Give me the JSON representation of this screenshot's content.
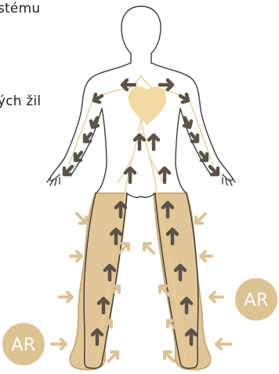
{
  "captions": {
    "line1": "stému",
    "line2": "ých žil"
  },
  "badges": {
    "left": "AR",
    "right": "AR"
  },
  "colors": {
    "skin_outline": "#3a3a3a",
    "heart": "#f3d9a4",
    "vein": "#e8cf98",
    "stocking_fill": "#e1c698",
    "stocking_edge": "#c9ac78",
    "arrow_dark": "#5b5347",
    "arrow_light": "#dcc396",
    "badge_fill": "#dcc392"
  }
}
